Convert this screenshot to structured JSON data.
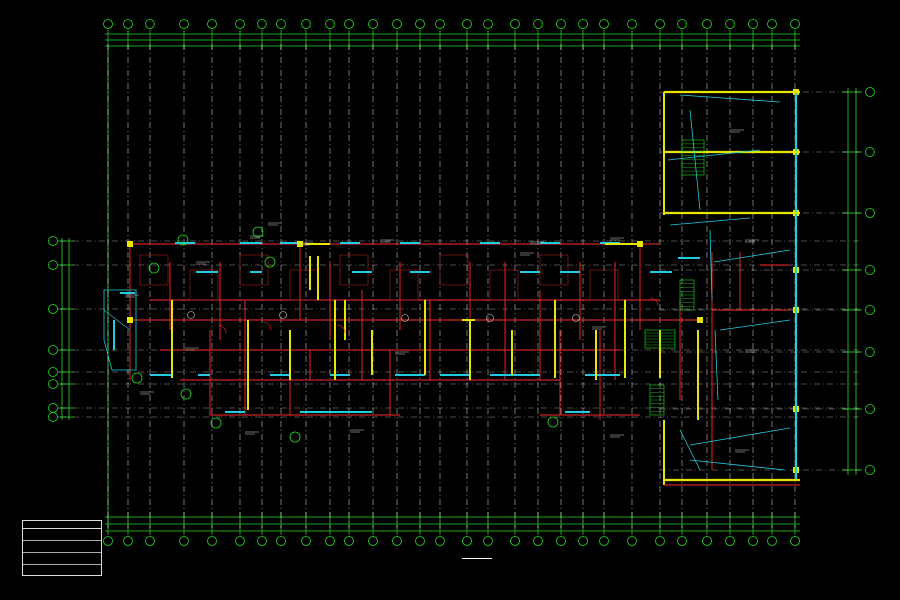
{
  "drawing": {
    "background": "#000000",
    "colors": {
      "grid_axis": "#ffffff",
      "dimension": "#22dd22",
      "wall": "#ff2a2a",
      "glazing": "#22cce0",
      "column": "#e6e600",
      "annotation": "#cfcfcf"
    },
    "top_axis_count": 30,
    "right_axis_count": 8,
    "left_axis_count": 8,
    "schedule_rows": 5,
    "icons": [
      "north-arrow-icon",
      "stair-icon"
    ]
  }
}
